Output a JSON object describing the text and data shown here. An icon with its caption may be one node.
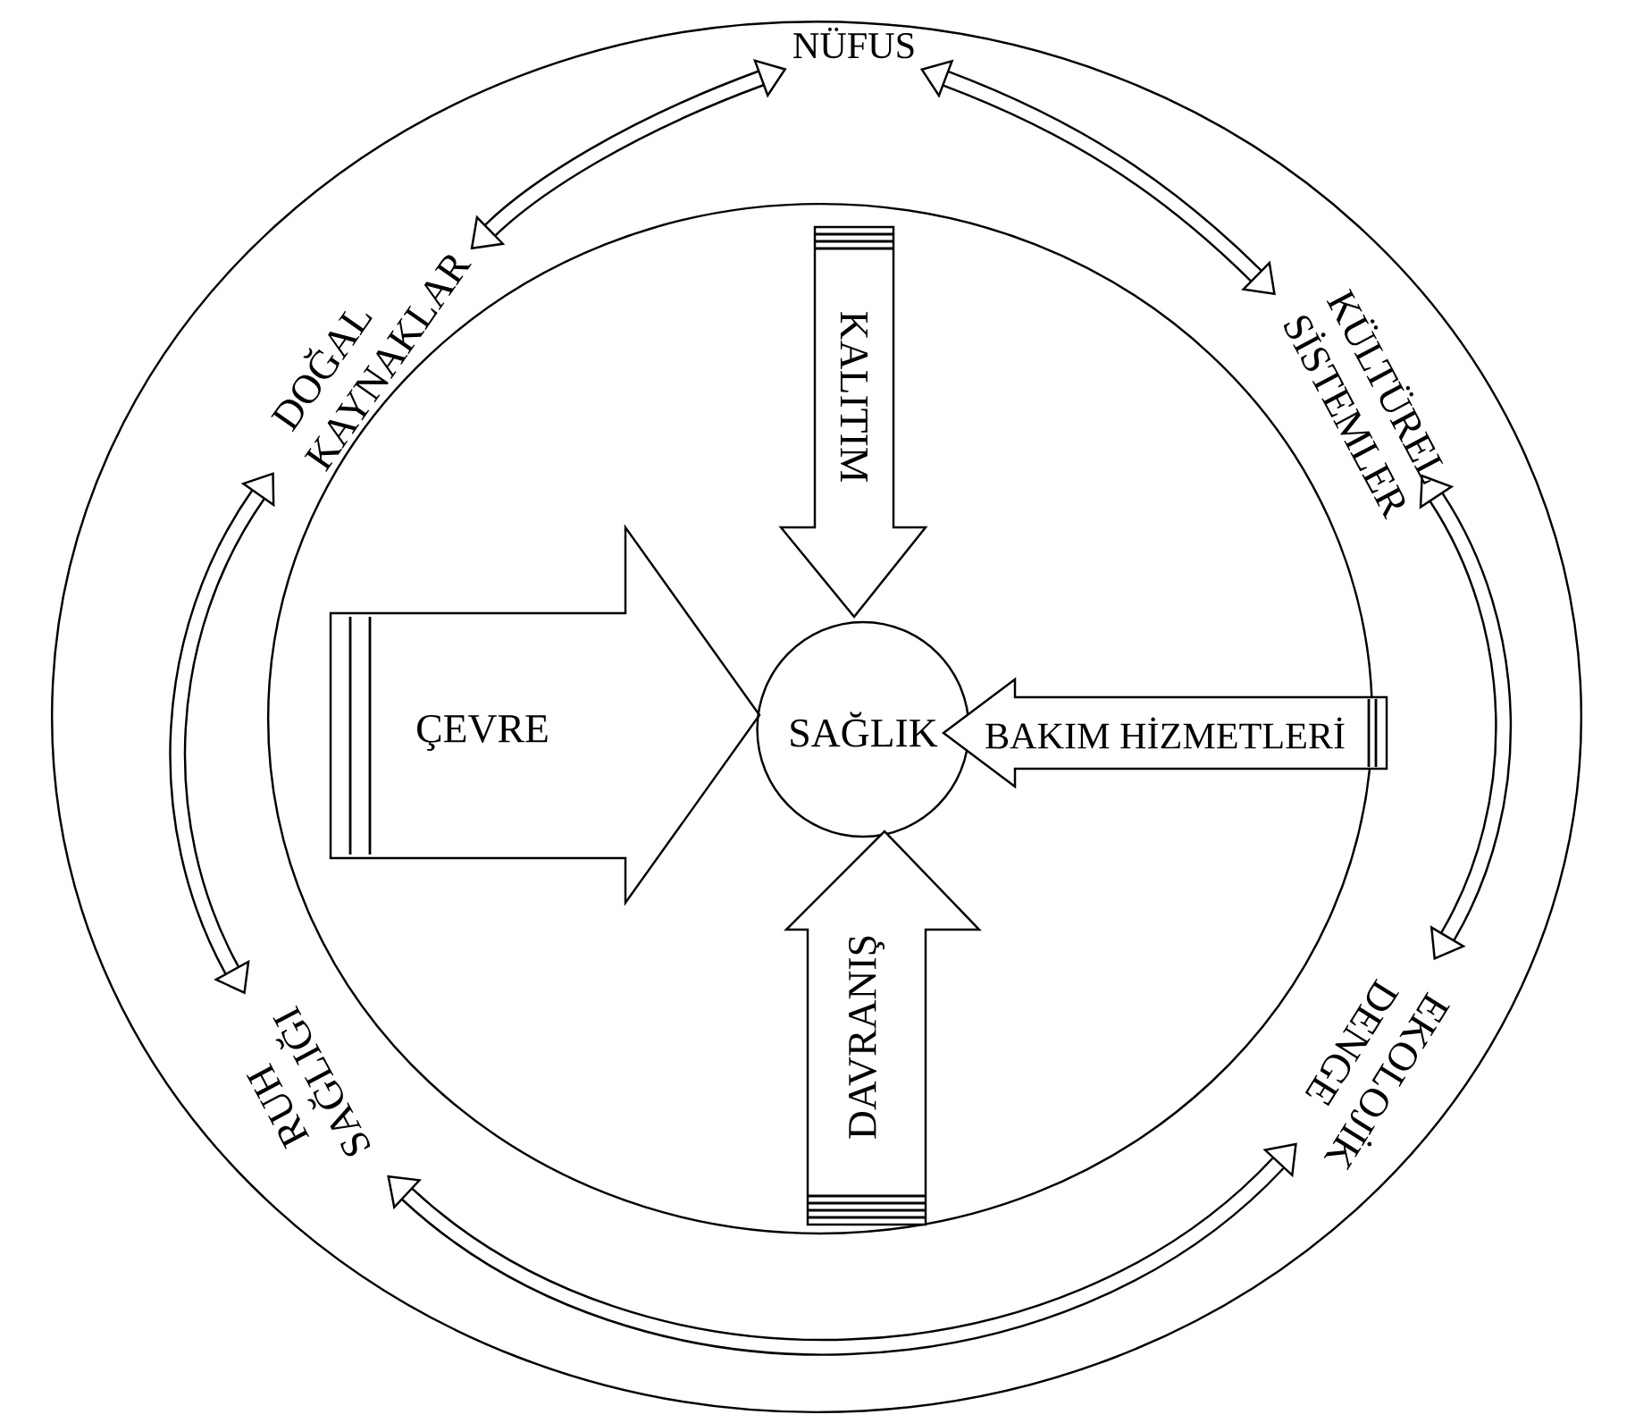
{
  "diagram": {
    "nodes": [
      {
        "text": [],
        "shape": "circle"
      },
      {
        "text": [],
        "shape": "circle",
        "in": 0
      },
      {
        "text": [
          "NÜFUS"
        ],
        "in": 0
      },
      {
        "text": [
          "KÜLTÜREL SİSTEMLER"
        ],
        "in": 0
      },
      {
        "text": [
          "DOĞAL KAYNAKLAR"
        ],
        "in": 0
      },
      {
        "text": [
          "KALITIM"
        ],
        "in": 1
      },
      {
        "text": [
          "ÇEVRE"
        ],
        "in": 1
      },
      {
        "text": [
          "SAĞLIK"
        ],
        "in": 1
      },
      {
        "text": [
          "BAKIM HİZMETLERİ"
        ],
        "in": 1
      },
      {
        "text": [
          "DAVRANIŞ"
        ],
        "in": 1
      },
      {
        "text": [
          "RUH SAĞLIĞI"
        ],
        "in": 0
      },
      {
        "text": [
          "EKOLOJİK DENGE"
        ],
        "in": 0
      }
    ],
    "edges": [
      {
        "from": 4,
        "to": 2,
        "arrow": "both"
      },
      {
        "from": 2,
        "to": 3,
        "arrow": "both"
      },
      {
        "from": 3,
        "to": 11,
        "arrow": "both"
      },
      {
        "from": 11,
        "to": 10,
        "arrow": "both"
      },
      {
        "from": 10,
        "to": 4,
        "arrow": "both"
      }
    ]
  }
}
